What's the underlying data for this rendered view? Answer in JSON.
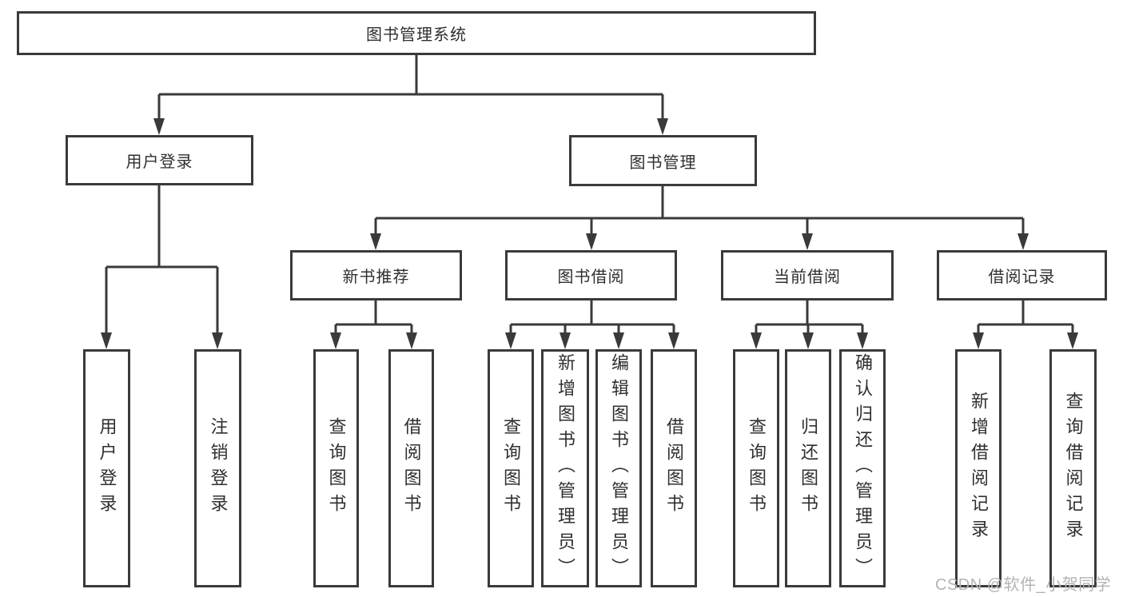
{
  "diagram": {
    "type": "hierarchy",
    "root": {
      "label": "图书管理系统"
    },
    "level2": [
      {
        "label": "用户登录"
      },
      {
        "label": "图书管理"
      }
    ],
    "level3": [
      {
        "label": "新书推荐"
      },
      {
        "label": "图书借阅"
      },
      {
        "label": "当前借阅"
      },
      {
        "label": "借阅记录"
      }
    ],
    "leaves": {
      "user_login": [
        "用户登录",
        "注销登录"
      ],
      "new_books": [
        "查询图书",
        "借阅图书"
      ],
      "book_borrow": [
        "查询图书",
        "新增图书（管理员）",
        "编辑图书（管理员）",
        "借阅图书"
      ],
      "current_borrow": [
        "查询图书",
        "归还图书",
        "确认归还（管理员）"
      ],
      "borrow_records": [
        "新增借阅记录",
        "查询借阅记录"
      ]
    },
    "colors": {
      "line": "#3a3a3a",
      "border": "#3a3a3a",
      "text": "#2f2f2f",
      "box_fill": "#ffffff",
      "watermark": "#b3b3b3"
    }
  },
  "watermark": {
    "text": "CSDN @软件_小贺同学"
  }
}
